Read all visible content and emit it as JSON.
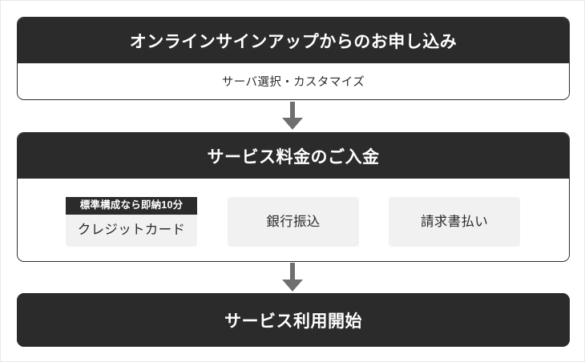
{
  "diagram": {
    "title_hidden": "",
    "steps": [
      {
        "id": "signup",
        "header": "オンラインサインアップからのお申し込み",
        "subtitle": "サーバ選択・カスタマイズ"
      },
      {
        "id": "payment",
        "header": "サービス料金のご入金",
        "badge": "標準構成なら即納10分",
        "options": [
          {
            "id": "credit",
            "label": "クレジットカード"
          },
          {
            "id": "bank",
            "label": "銀行振込"
          },
          {
            "id": "invoice",
            "label": "請求書払い"
          }
        ]
      },
      {
        "id": "start",
        "header": "サービス利用開始"
      }
    ],
    "arrows": [
      {
        "id": "arrow-1",
        "icon": "arrow-down-icon"
      },
      {
        "id": "arrow-2",
        "icon": "arrow-down-icon"
      }
    ],
    "colors": {
      "dark": "#2b2b2b",
      "option_bg": "#f1f1f1",
      "arrow": "#6f6f6f",
      "card_border": "#2e2e2e",
      "canvas_border": "#e9e9e9",
      "text_light": "#ffffff",
      "text_dark": "#2b2b2b"
    }
  }
}
